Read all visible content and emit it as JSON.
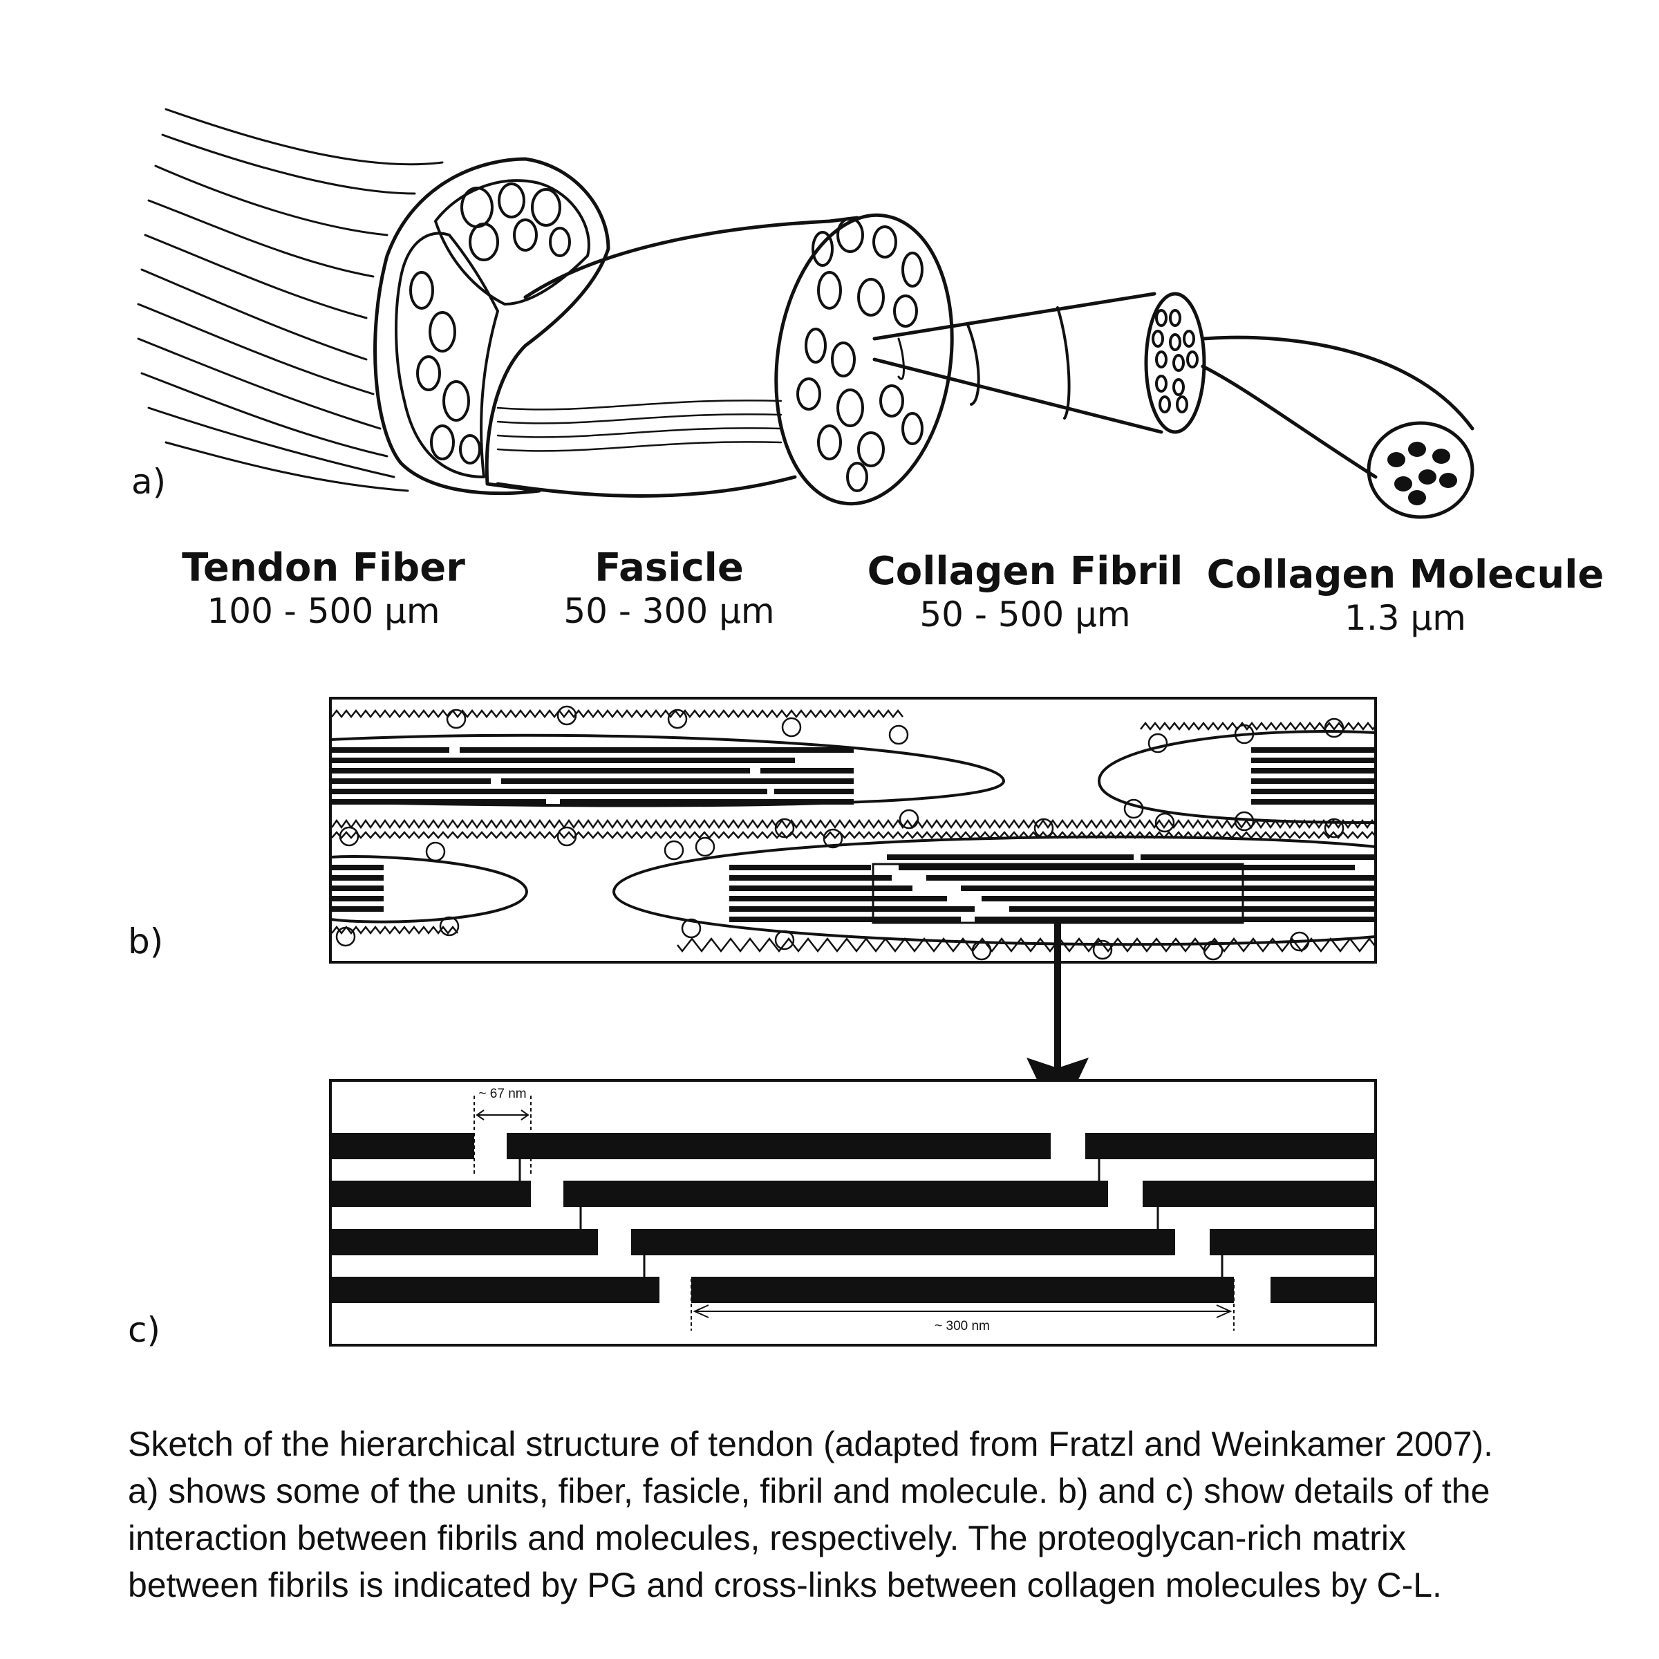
{
  "panels": {
    "a": "a)",
    "b": "b)",
    "c": "c)"
  },
  "units": [
    {
      "name": "Tendon Fiber",
      "size": "100 - 500 µm"
    },
    {
      "name": "Fasicle",
      "size": "50 - 300 µm"
    },
    {
      "name": "Collagen Fibril",
      "size": "50 - 500 µm"
    },
    {
      "name": "Collagen Molecule",
      "size": "1.3 µm"
    }
  ],
  "dimensions": {
    "gap": "~ 67 nm",
    "length": "~ 300 nm"
  },
  "caption": [
    "Sketch of the hierarchical structure of tendon (adapted from Fratzl and Weinkamer 2007).",
    "a) shows some of the units, fiber, fasicle, fibril and molecule. b) and c) show details of the",
    "interaction between fibrils and molecules, respectively. The proteoglycan-rich matrix",
    "between fibrils is indicated by PG and cross-links between collagen molecules by C-L."
  ]
}
